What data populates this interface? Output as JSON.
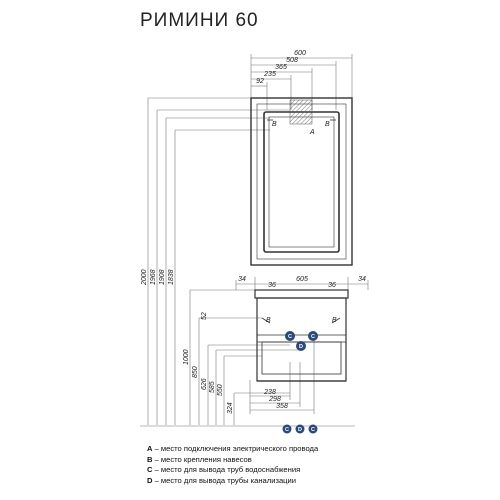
{
  "title": "РИМИНИ 60",
  "top_dims": [
    "600",
    "508",
    "365",
    "235",
    "92"
  ],
  "vertical_dims": [
    "2000",
    "1968",
    "1908",
    "1838",
    "1000",
    "850",
    "626",
    "585",
    "550",
    "324"
  ],
  "mid_dims": {
    "left": "34",
    "center": "605",
    "right": "34",
    "inner_left": "36",
    "inner_right": "36",
    "small": "52"
  },
  "bottom_dims": [
    "238",
    "298",
    "358"
  ],
  "markers": {
    "A": "A",
    "B": "B",
    "C": "C",
    "D": "D"
  },
  "legend": [
    {
      "key": "A",
      "text": " – место подключения электрического провода"
    },
    {
      "key": "B",
      "text": " – место крепления навесов"
    },
    {
      "key": "C",
      "text": " – место для вывода труб водоснабжения"
    },
    {
      "key": "D",
      "text": " – место для вывода трубы канализации"
    }
  ],
  "colors": {
    "line": "#333333",
    "dim_line": "#777777",
    "circle": "#2b4a7a"
  }
}
